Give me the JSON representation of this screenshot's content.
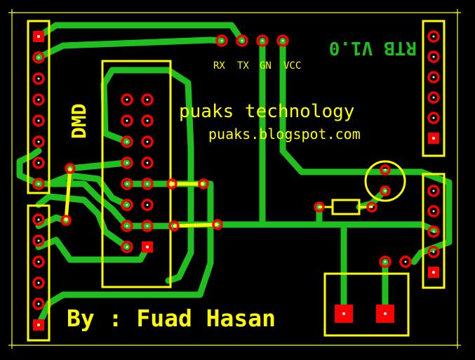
{
  "colors": {
    "background": "#000000",
    "trace": "#1fbf1f",
    "silkscreen": "#ffff00",
    "pad": "#ff0000",
    "pad_hole": "#ffffff",
    "version_text": "#1fbf1f",
    "border": "#ffff00"
  },
  "labels": {
    "dmd": "DMD",
    "company": "puaks technology",
    "website": "puaks.blogspot.com",
    "author": "By : Fuad Hasan",
    "version": "RTB V1.0",
    "pin_rx": "RX",
    "pin_tx": "TX",
    "pin_gn": "GN",
    "pin_vcc": "VCC"
  },
  "components": {
    "left_header_top_pins": 8,
    "left_header_bottom_pins": 6,
    "idc_connector_rows": 8,
    "right_header_top_pins": 6,
    "right_header_bottom_pins": 5,
    "serial_header_pins": 4,
    "resistor": "resistor",
    "led": "round-component",
    "terminal_block_pins": 2
  }
}
